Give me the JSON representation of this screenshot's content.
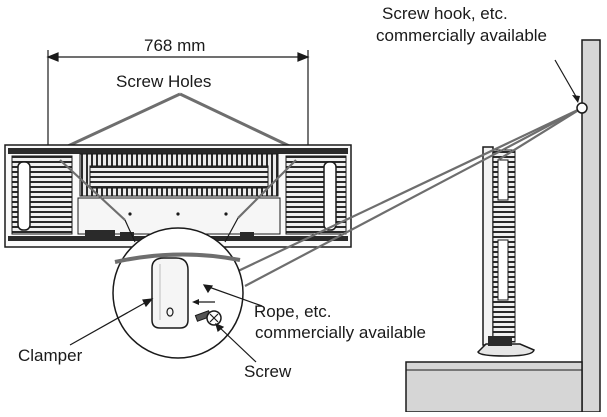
{
  "dimension": {
    "value": "768 mm"
  },
  "labels": {
    "screw_holes": "Screw Holes",
    "screw_hook_line1": "Screw hook, etc.",
    "screw_hook_line2": "commercially available",
    "rope_line1": "Rope, etc.",
    "rope_line2": "commercially available",
    "clamper": "Clamper",
    "screw": "Screw"
  },
  "colors": {
    "line": "#1a1a1a",
    "rope": "#6e6e6e",
    "wall_fill": "#d6d6d6",
    "panel_dark": "#2a2a2a",
    "panel_light": "#f2f2f2"
  }
}
